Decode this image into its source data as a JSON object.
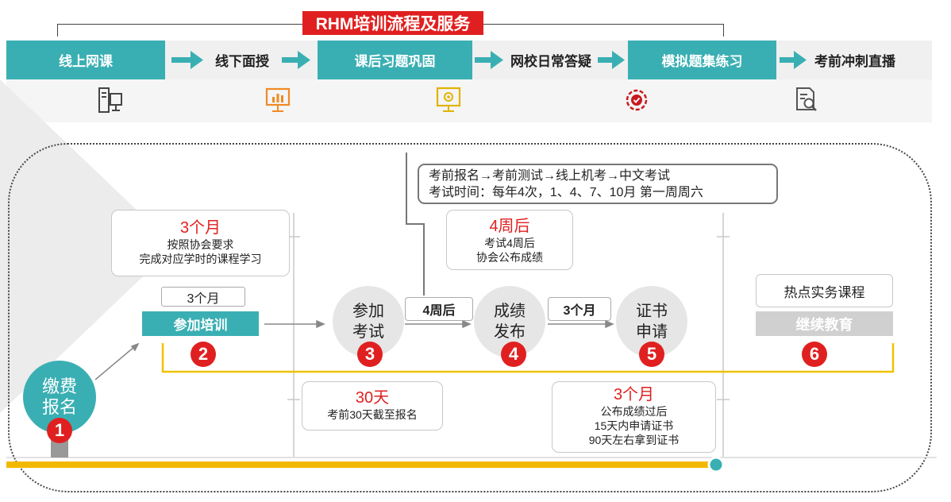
{
  "title": "RHM培训流程及服务",
  "process_steps": [
    {
      "label": "线上网课",
      "style": "teal",
      "icon": "computer-icon"
    },
    {
      "label": "线下面授",
      "style": "plain",
      "icon": "presentation-board-icon"
    },
    {
      "label": "课后习题巩固",
      "style": "teal",
      "icon": "monitor-gear-icon"
    },
    {
      "label": "网校日常答疑",
      "style": "plain",
      "icon": "settings-badge-icon"
    },
    {
      "label": "模拟题集练习",
      "style": "teal",
      "icon": "document-search-icon"
    },
    {
      "label": "考前冲刺直播",
      "style": "plain",
      "icon": ""
    }
  ],
  "exam_info": {
    "line1": "考前报名→考前测试→线上机考→中文考试",
    "line2": "考试时间：每年4次，1、4、7、10月 第一周周六"
  },
  "notes": {
    "training_period": {
      "big": "3个月",
      "line1": "按照协会要求",
      "line2": "完成对应学时的课程学习"
    },
    "result_wait": {
      "big": "4周后",
      "line1": "考试4周后",
      "line2": "协会公布成绩"
    },
    "registration_deadline": {
      "big": "30天",
      "line1": "考前30天截至报名"
    },
    "certificate": {
      "big": "3个月",
      "line1": "公布成绩过后",
      "line2": "15天内申请证书",
      "line3": "90天左右拿到证书"
    }
  },
  "stages": {
    "pay": {
      "line1": "缴费",
      "line2": "报名",
      "num": "1"
    },
    "training": {
      "duration": "3个月",
      "label": "参加培训",
      "num": "2"
    },
    "exam": {
      "line1": "参加",
      "line2": "考试",
      "num": "3"
    },
    "results": {
      "line1": "成绩",
      "line2": "发布",
      "num": "4"
    },
    "cert": {
      "line1": "证书",
      "line2": "申请",
      "num": "5"
    },
    "continuing": {
      "course": "热点实务课程",
      "label": "继续教育",
      "num": "6"
    }
  },
  "intervals": {
    "exam_to_results": "4周后",
    "results_to_cert": "3个月"
  },
  "colors": {
    "teal": "#3aafb3",
    "red": "#e02020",
    "yellow": "#f2c200",
    "orange": "#f08a24",
    "grey": "#d0d0d0"
  }
}
